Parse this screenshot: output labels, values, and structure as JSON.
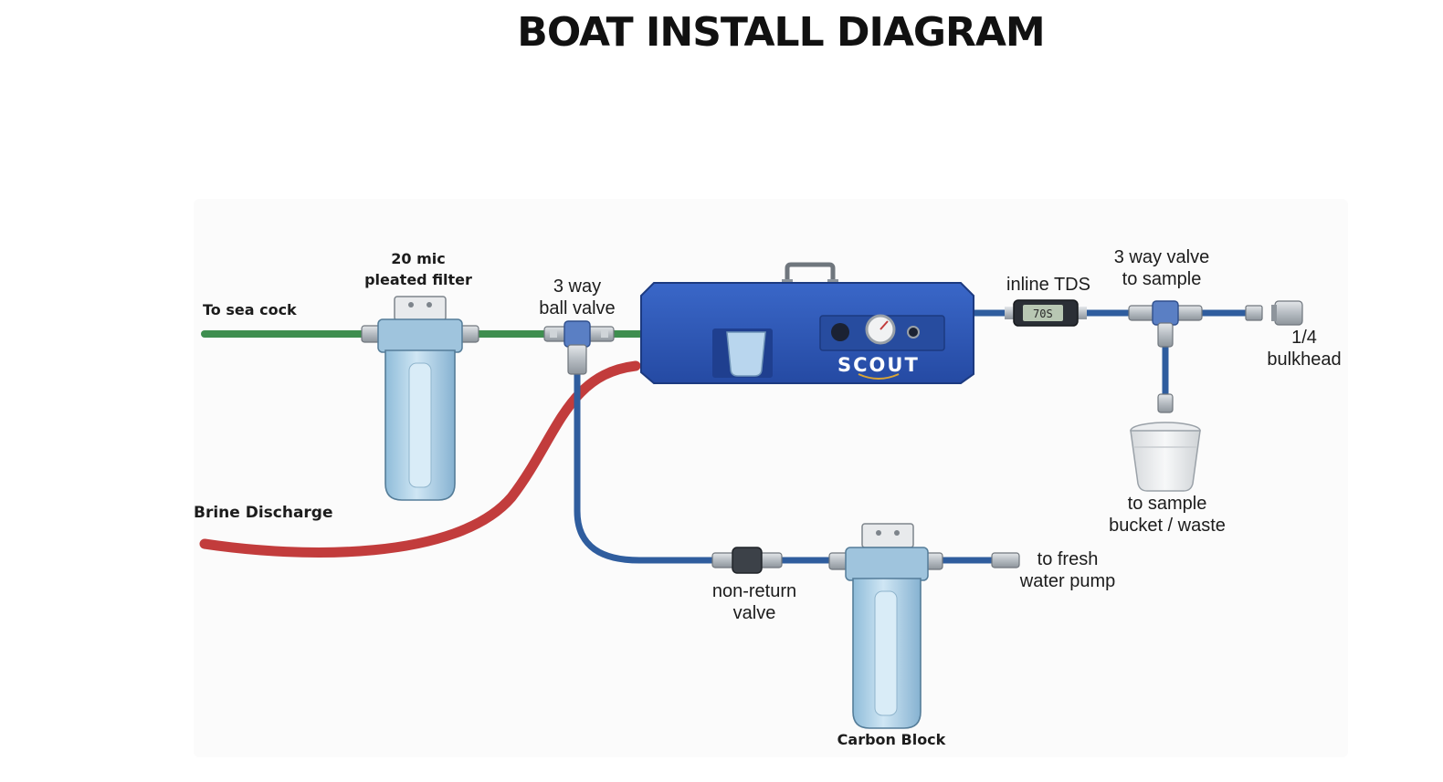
{
  "page": {
    "title": "BOAT INSTALL DIAGRAM"
  },
  "labels": {
    "sea_cock": "To sea cock",
    "pleated_filter_line1": "20 mic",
    "pleated_filter_line2": "pleated filter",
    "ball_valve_line1": "3 way",
    "ball_valve_line2": "ball valve",
    "inline_tds": "inline TDS",
    "sample_valve_line1": "3 way valve",
    "sample_valve_line2": "to sample",
    "bulkhead_line1": "1/4",
    "bulkhead_line2": "bulkhead",
    "brine_discharge": "Brine Discharge",
    "sample_bucket_line1": "to sample",
    "sample_bucket_line2": "bucket / waste",
    "fresh_pump_line1": "to fresh",
    "fresh_pump_line2": "water pump",
    "non_return_line1": "non-return",
    "non_return_line2": "valve",
    "carbon_block": "Carbon Block"
  },
  "unit": {
    "brand": "SCOUT",
    "tds_display": "70S"
  },
  "colors": {
    "feed_hose": "#3e8e4f",
    "brine_hose": "#c23c3c",
    "product_hose": "#2f5d9e",
    "unit_body": "#2f58b8",
    "filter_housing": "#a9cfe6",
    "fitting": "#b9bec4"
  },
  "icons": [
    "filter-housing-icon",
    "ball-valve-icon",
    "watermaker-unit-icon",
    "pressure-gauge-icon",
    "tds-meter-icon",
    "bucket-icon",
    "bulkhead-fitting-icon",
    "check-valve-icon"
  ]
}
